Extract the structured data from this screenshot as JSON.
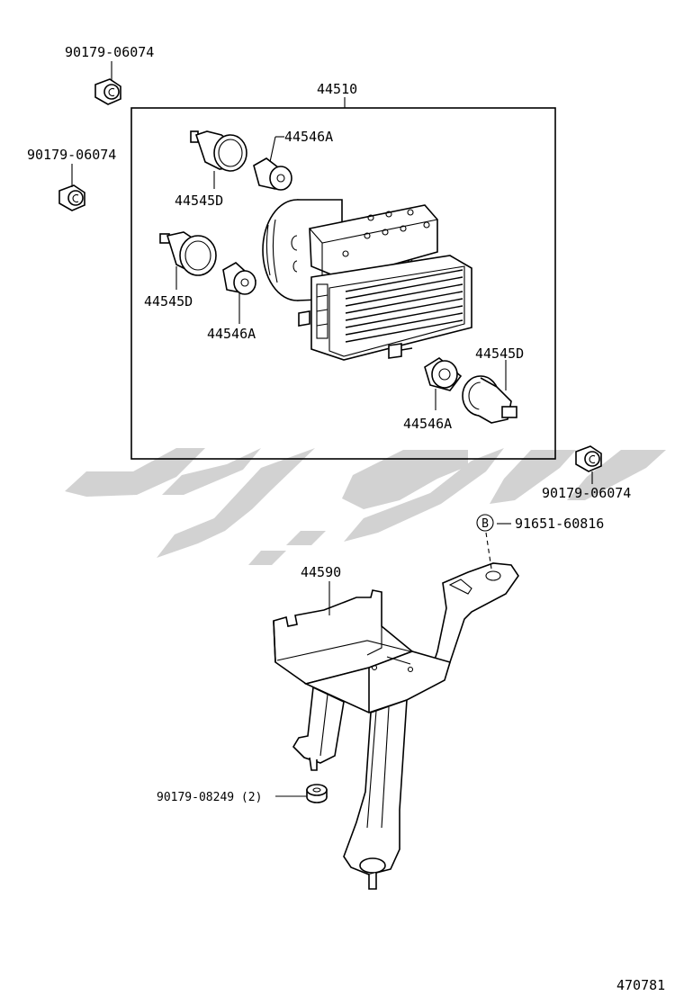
{
  "parts": {
    "clip_a": "90179-06074",
    "clip_b": "90179-06074",
    "clip_c": "90179-06074",
    "actuator_assy": "44510",
    "cushion_a1": "44546A",
    "cushion_a2": "44546A",
    "cushion_a3": "44546A",
    "cushion_d1": "44545D",
    "cushion_d2": "44545D",
    "cushion_d3": "44545D",
    "bracket": "44590",
    "bolt_b": "91651-60816",
    "bolt_b_marker": "B",
    "nut": "90179-08249 (2)"
  },
  "illustration_id": "470781",
  "colors": {
    "line": "#000000",
    "watermark": "#d2d2d2"
  }
}
